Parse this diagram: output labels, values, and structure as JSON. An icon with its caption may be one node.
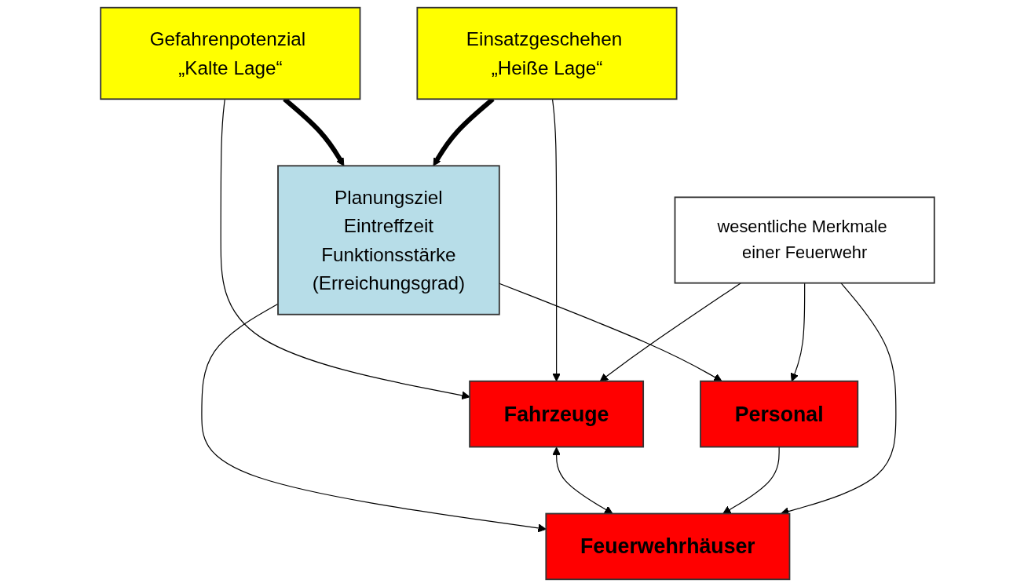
{
  "diagram": {
    "nodes": [
      {
        "text": [
          "Planungsziel",
          "Eintreffzeit",
          "Funktionsstärke",
          "(Erreichungsgrad)"
        ]
      },
      {
        "text": [
          "Gefahrenpotenzial „Kalte Lage“"
        ]
      },
      {
        "text": [
          "Einsatzgeschehen „Heiße Lage“"
        ]
      },
      {
        "text": [
          "Fahrzeuge"
        ]
      },
      {
        "text": [
          "Feuerwehrhäuser"
        ]
      },
      {
        "text": [
          "Personal"
        ]
      },
      {
        "text": [
          "wesentliche Merkmale einer Feuerwehr"
        ]
      }
    ],
    "edges": [
      {
        "from": 1,
        "to": 0,
        "arrow": "to",
        "style": "thick"
      },
      {
        "from": 2,
        "to": 0,
        "arrow": "to",
        "style": "thick"
      },
      {
        "from": 0,
        "to": 4,
        "arrow": "to"
      },
      {
        "from": 0,
        "to": 5,
        "arrow": "to"
      },
      {
        "from": 1,
        "to": 3,
        "arrow": "to"
      },
      {
        "from": 2,
        "to": 3,
        "arrow": "to"
      },
      {
        "from": 3,
        "to": 4,
        "arrow": "both"
      },
      {
        "from": 5,
        "to": 4,
        "arrow": "to"
      },
      {
        "from": 6,
        "to": 3,
        "arrow": "to"
      },
      {
        "from": 6,
        "to": 4,
        "arrow": "to"
      },
      {
        "from": 6,
        "to": 5,
        "arrow": "to"
      }
    ]
  }
}
